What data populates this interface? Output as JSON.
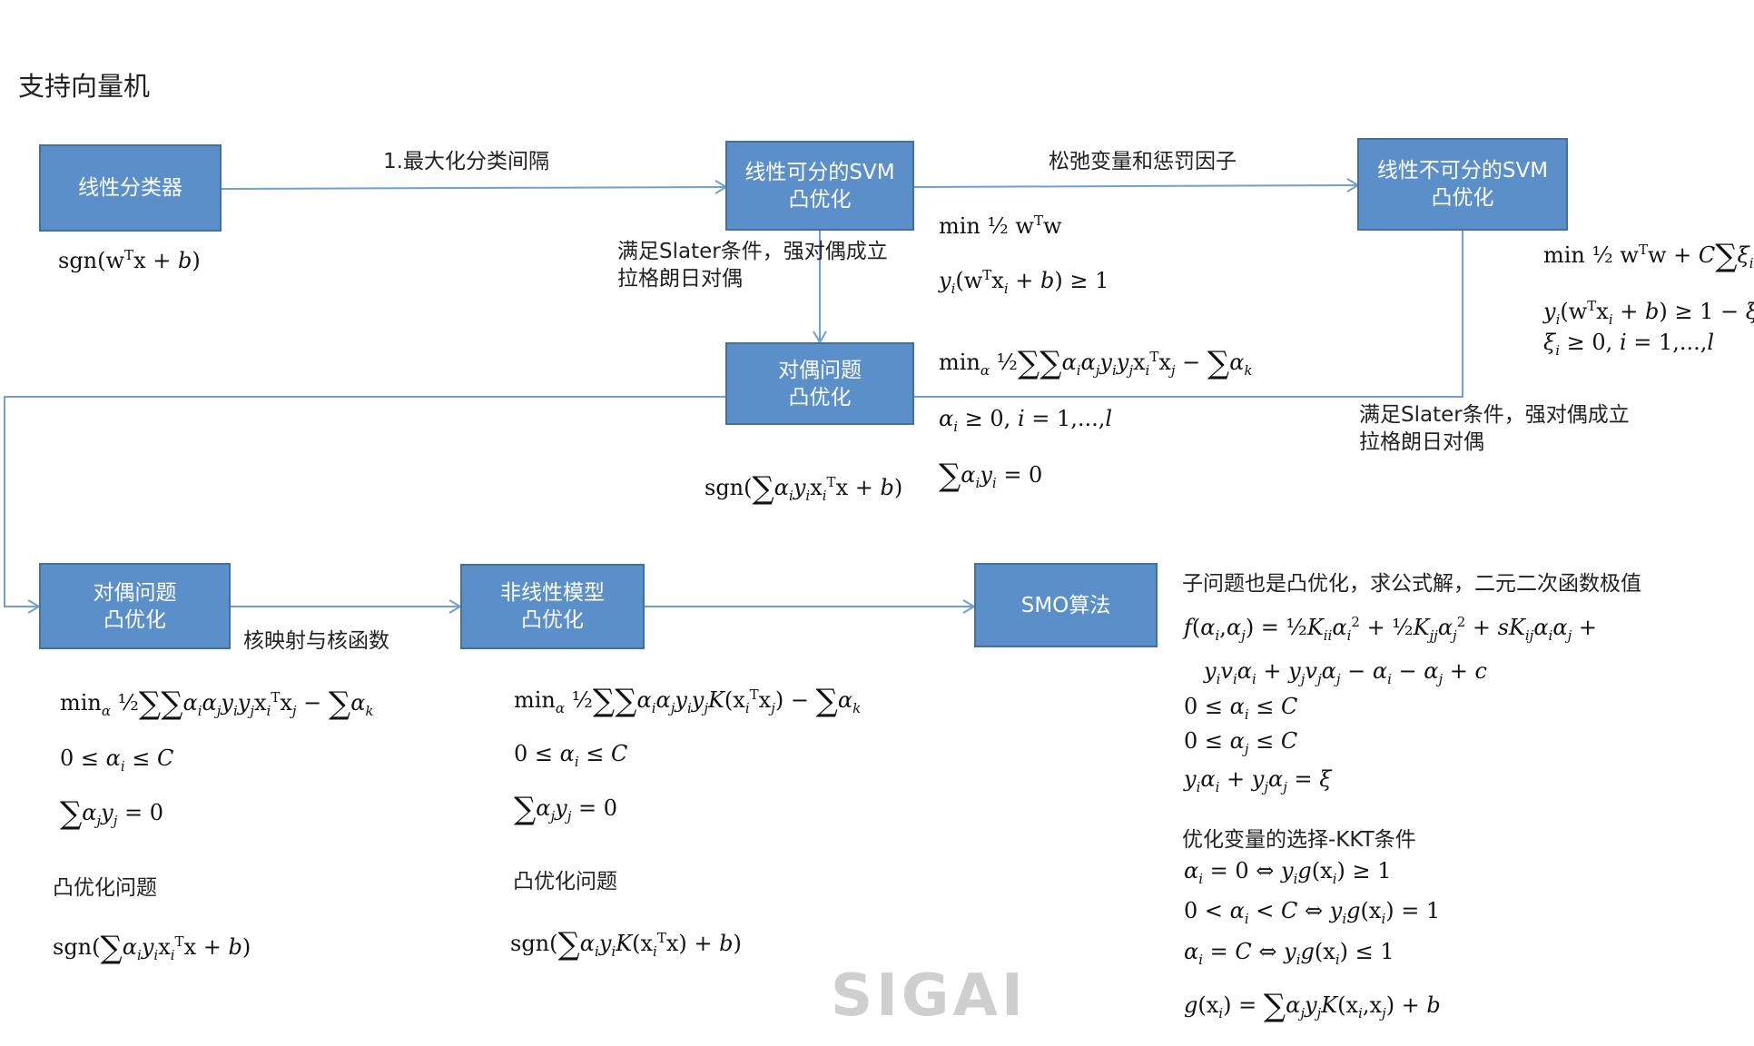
{
  "title": "支持向量机",
  "boxes": {
    "linear_classifier": [
      "线性分类器"
    ],
    "separable_svm": [
      "线性可分的SVM",
      "凸优化"
    ],
    "inseparable_svm": [
      "线性不可分的SVM",
      "凸优化"
    ],
    "dual_center": [
      "对偶问题",
      "凸优化"
    ],
    "dual_left": [
      "对偶问题",
      "凸优化"
    ],
    "nonlinear": [
      "非线性模型",
      "凸优化"
    ],
    "smo": [
      "SMO算法"
    ]
  },
  "edge_labels": {
    "maximize_margin": "1.最大化分类间隔",
    "slack": "松弛变量和惩罚因子",
    "slater_center": [
      "满足Slater条件，强对偶成立",
      "拉格朗日对偶"
    ],
    "slater_right": [
      "满足Slater条件，强对偶成立",
      "拉格朗日对偶"
    ],
    "kernel": "核映射与核函数"
  },
  "notes": {
    "convex_left": "凸优化问题",
    "convex_mid": "凸优化问题",
    "smo_desc": "子问题也是凸优化，求公式解，二元二次函数极值",
    "kkt": "优化变量的选择-KKT条件"
  },
  "watermark": "SIGAI"
}
